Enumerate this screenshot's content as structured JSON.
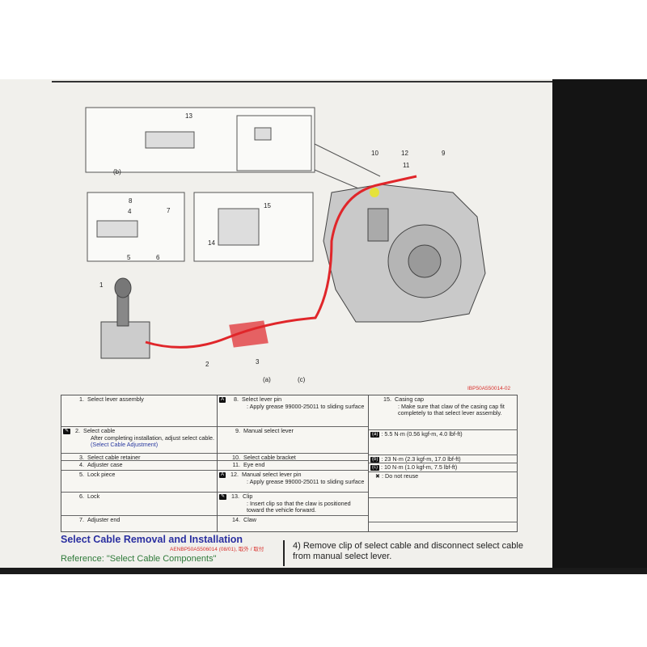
{
  "diagram": {
    "code": "IBP50A550014-02",
    "callouts": [
      "1",
      "2",
      "3",
      "4",
      "5",
      "6",
      "7",
      "8",
      "9",
      "10",
      "11",
      "12",
      "13",
      "14",
      "15",
      "(a)",
      "(b)",
      "(c)"
    ]
  },
  "table": {
    "col1": [
      {
        "num": "1.",
        "label": "Select lever assembly"
      },
      {
        "num": "2.",
        "label": "Select cable",
        "note": "After completing installation, adjust select cable.",
        "link": "(Select Cable Adjustment)"
      },
      {
        "num": "3.",
        "label": "Select cable retainer"
      },
      {
        "num": "4.",
        "label": "Adjuster case"
      },
      {
        "num": "5.",
        "label": "Lock piece"
      },
      {
        "num": "6.",
        "label": "Lock"
      },
      {
        "num": "7.",
        "label": "Adjuster end"
      }
    ],
    "col2": [
      {
        "num": "8.",
        "label": "Select lever pin",
        "note": ": Apply grease 99000-25011 to sliding surface"
      },
      {
        "num": "9.",
        "label": "Manual select lever"
      },
      {
        "num": "10.",
        "label": "Select cable bracket"
      },
      {
        "num": "11.",
        "label": "Eye end"
      },
      {
        "num": "12.",
        "label": "Manual select lever pin",
        "note": ": Apply grease 99000-25011 to sliding surface"
      },
      {
        "num": "13.",
        "label": "Clip",
        "note": ": Insert clip so that the claw is positioned toward the vehicle forward."
      },
      {
        "num": "14.",
        "label": "Claw"
      }
    ],
    "col3": [
      {
        "num": "15.",
        "label": "Casing cap",
        "note": ": Make sure that claw of the casing cap fit completely to that select lever assembly."
      },
      {
        "icon": "(a)",
        "label": "5.5 N·m (0.56 kgf-m, 4.0 lbf-ft)"
      },
      {
        "icon": "(b)",
        "label": "23 N·m (2.3 kgf-m, 17.0 lbf-ft)"
      },
      {
        "icon": "(c)",
        "label": "10 N·m (1.0 kgf-m, 7.5 lbf-ft)"
      },
      {
        "icon": "✖",
        "label": "Do not reuse"
      }
    ]
  },
  "section": {
    "title": "Select Cable Removal and Installation",
    "reference": "Reference: \"Select Cable Components\"",
    "ref_code": "AENBP50A5506014 (08/01), 取外 / 取付",
    "step": "4) Remove clip of select cable and disconnect select cable from manual select lever."
  },
  "colors": {
    "cable": "#e0262a",
    "link": "#2a3aa0",
    "heading": "#2a2fa0",
    "reference": "#2f7a3a"
  }
}
